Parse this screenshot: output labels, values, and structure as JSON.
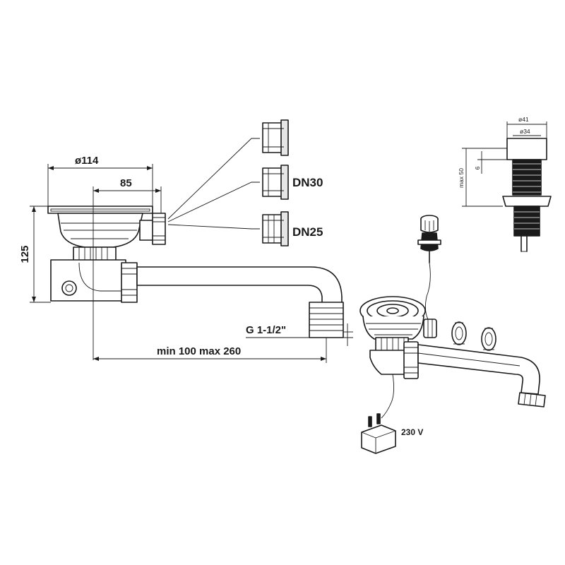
{
  "dimensions": {
    "basket_diameter": "ø114",
    "outlet_offset": "85",
    "height": "125",
    "thread": "G 1-1/2\"",
    "length_range": "min 100 max 260"
  },
  "adapters": {
    "dn30": "DN30",
    "dn25": "DN25"
  },
  "button": {
    "outer_diameter": "ø41",
    "inner_diameter": "ø34",
    "max_thickness": "max 50",
    "cap_height": "6"
  },
  "power": {
    "voltage": "230 V"
  }
}
